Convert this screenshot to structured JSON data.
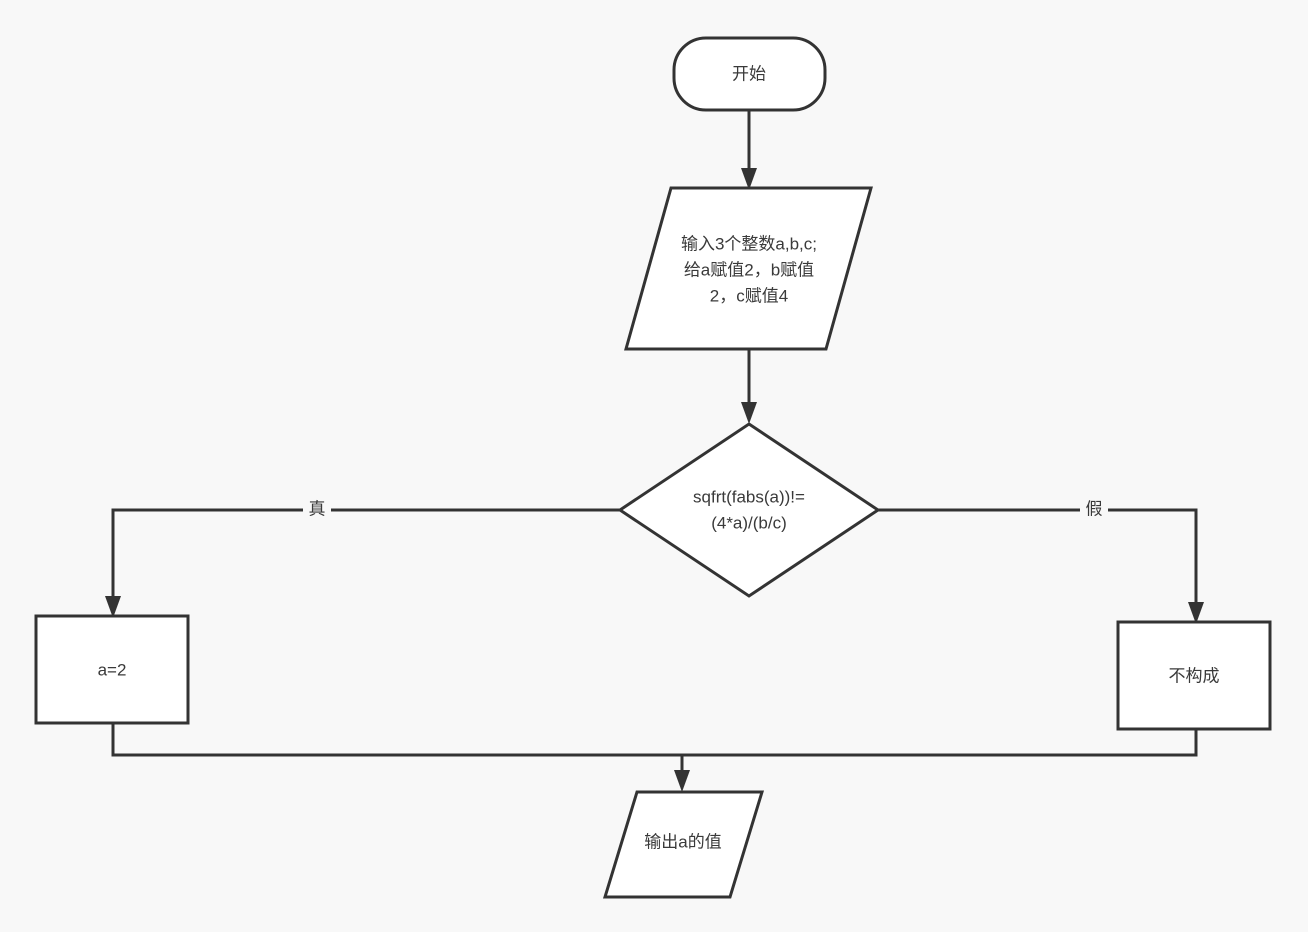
{
  "diagram": {
    "title": "flowchart",
    "background_color": "#f8f8f8",
    "stroke_color": "#333333",
    "node_fill_color": "#ffffff",
    "text_color": "#3a3a3a",
    "nodes": {
      "start": {
        "shape": "stadium",
        "label": "开始"
      },
      "input": {
        "shape": "parallelogram",
        "line1": "输入3个整数a,b,c;",
        "line2": "给a赋值2，b赋值",
        "line3": "2，c赋值4"
      },
      "decision": {
        "shape": "diamond",
        "line1": "sqfrt(fabs(a))!=",
        "line2": "(4*a)/(b/c)"
      },
      "true_branch": {
        "shape": "rectangle",
        "label": "a=2"
      },
      "false_branch": {
        "shape": "rectangle",
        "label": "不构成"
      },
      "output": {
        "shape": "parallelogram",
        "label": "输出a的值"
      }
    },
    "edges": {
      "true_label": "真",
      "false_label": "假"
    }
  }
}
